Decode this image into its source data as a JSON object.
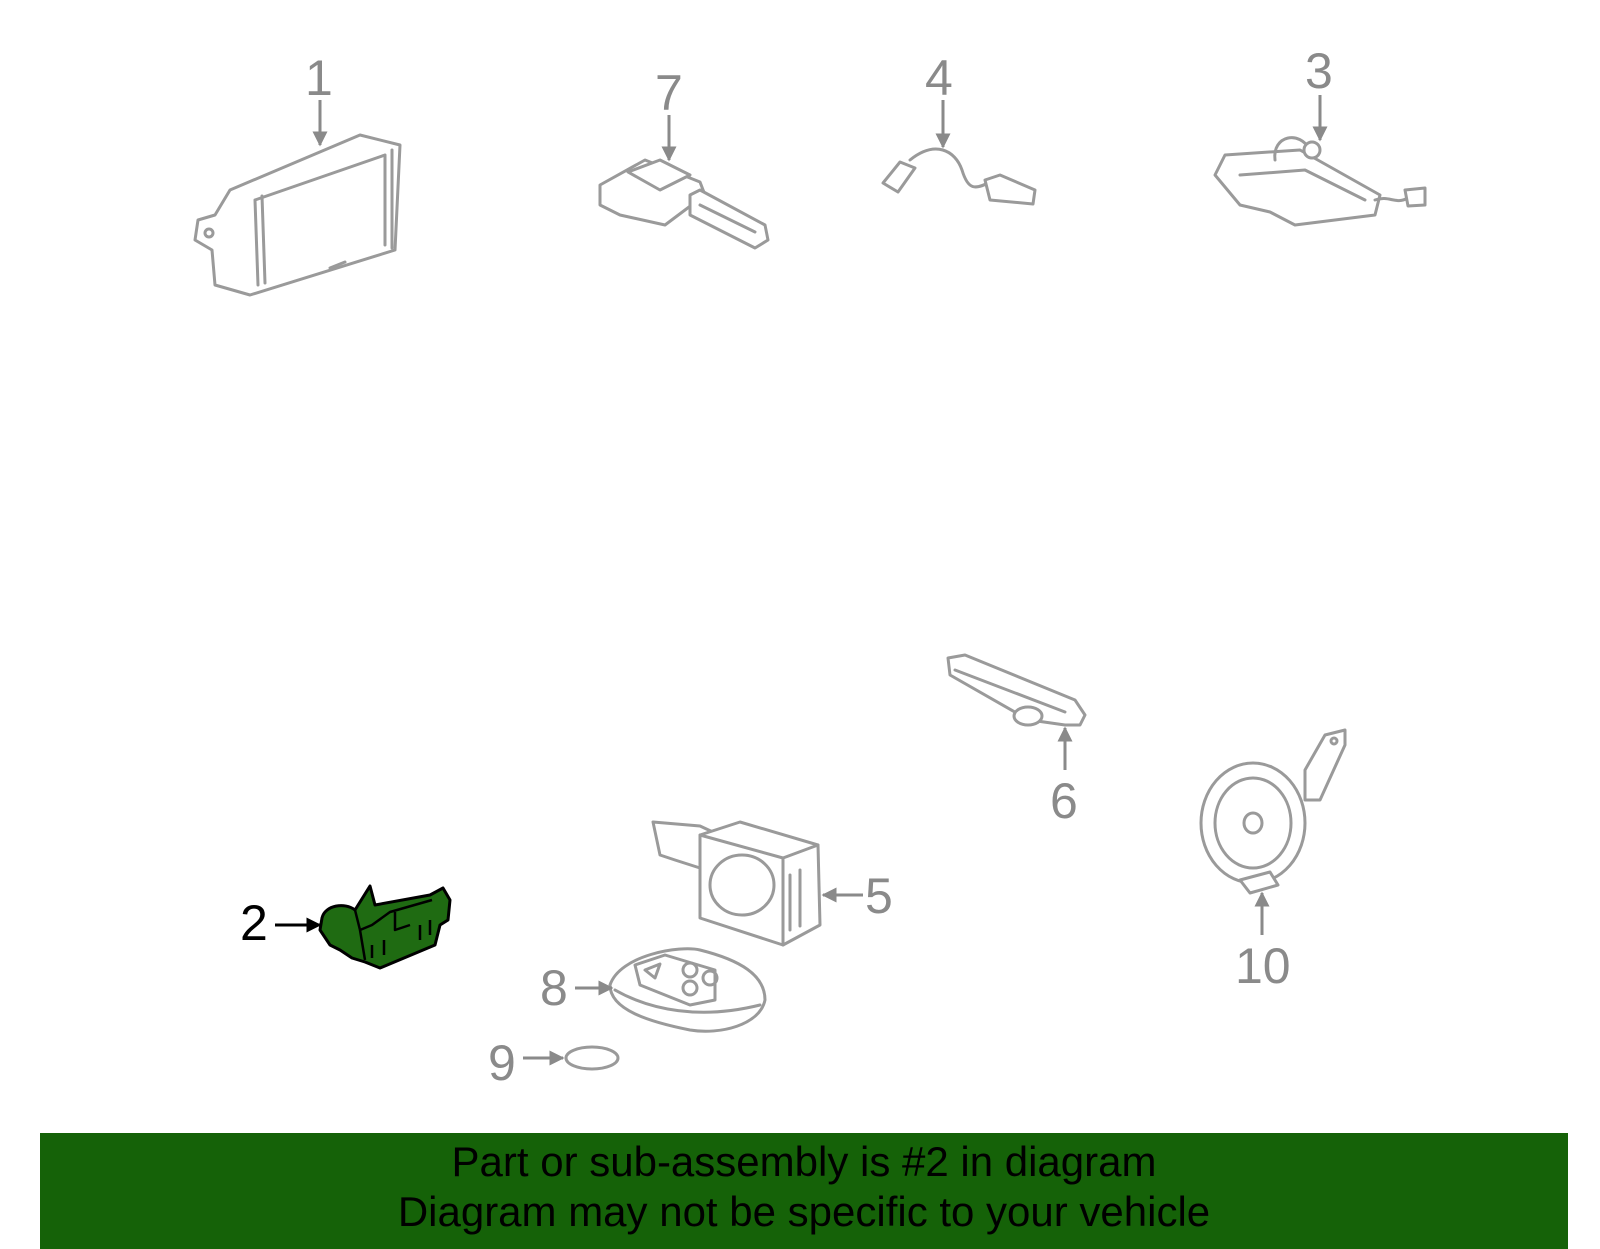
{
  "callouts": {
    "c1": "1",
    "c2": "2",
    "c3": "3",
    "c4": "4",
    "c5": "5",
    "c6": "6",
    "c7": "7",
    "c8": "8",
    "c9": "9",
    "c10": "10"
  },
  "highlighted_part": "2",
  "banner": {
    "line1": "Part or sub-assembly is #2 in diagram",
    "line2": "Diagram may not be specific to your vehicle"
  },
  "colors": {
    "highlight": "#1f6b12",
    "banner": "#156208",
    "line_art": "#9a9a9a"
  }
}
